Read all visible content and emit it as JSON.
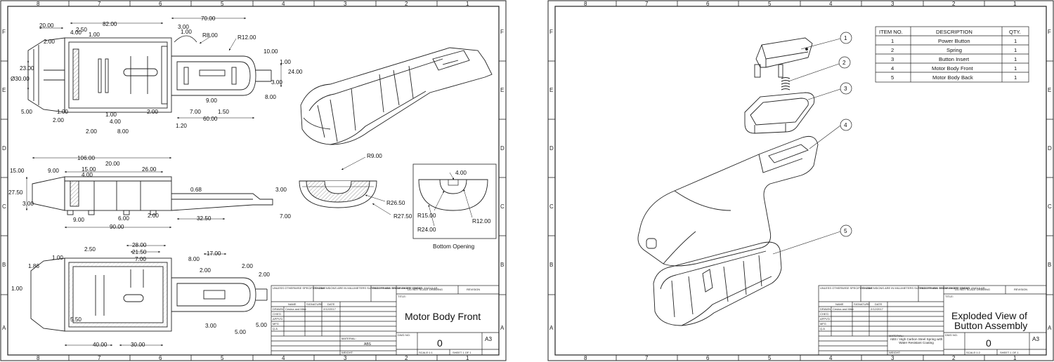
{
  "zones": {
    "columns": [
      "8",
      "7",
      "6",
      "5",
      "4",
      "3",
      "2",
      "1"
    ],
    "rows": [
      "F",
      "E",
      "D",
      "C",
      "B",
      "A"
    ]
  },
  "sheet_front": {
    "dimensions": {
      "d20": "20.00",
      "d82": "82.00",
      "d70": "70.00",
      "d250": "2.50",
      "d100": "1.00",
      "d300": "3.00",
      "d100b": "1.00",
      "d400": "4.00",
      "r8": "R8.00",
      "r12": "R12.00",
      "d200": "2.00",
      "d1000": "10.00",
      "d2300": "23.00",
      "dia30": "Ø30.00",
      "d100c": "1.00",
      "d2400": "24.00",
      "d300b": "3.00",
      "d800": "8.00",
      "d900": "9.00",
      "d500": "5.00",
      "d100d": "1.00",
      "d100e": "1.00",
      "d200b": "2.00",
      "d700": "7.00",
      "d150": "1.50",
      "d200c": "2.00",
      "d400b": "4.00",
      "d6000": "60.00",
      "d200d": "2.00",
      "d800b": "8.00",
      "d120": "1.20",
      "d10600": "106.00",
      "r900": "R9.00",
      "d1500": "15.00",
      "d900b": "9.00",
      "d1500b": "15.00",
      "d2000": "20.00",
      "d2600": "26.00",
      "d400c": "4.00",
      "d2750": "27.50",
      "d300c": "3.00",
      "d068": "0.68",
      "d300d": "3.00",
      "r2650": "R26.50",
      "r2750": "R27.50",
      "d900c": "9.00",
      "d600": "6.00",
      "d200e": "2.00",
      "d3250": "32.50",
      "d9000": "90.00",
      "d700b": "7.00",
      "d400d": "4.00",
      "r1500": "R15.00",
      "r1200": "R12.00",
      "r2400": "R24.00",
      "bottom_opening": "Bottom Opening",
      "d250b": "2.50",
      "d2800": "28.00",
      "d2150": "21.50",
      "d1700": "17.00",
      "d700c": "7.00",
      "d800c": "8.00",
      "d200f": "2.00",
      "d186": "1.86",
      "d100f": "1.00",
      "d100g": "1.00",
      "d200g": "2.00",
      "d200h": "2.00",
      "d550": "5.50",
      "d300e": "3.00",
      "d500b": "5.00",
      "d500c": "5.00",
      "d4000": "40.00",
      "d3000": "30.00"
    },
    "title_block": {
      "unless": "UNLESS OTHERWISE SPECIFIED: DIMENSIONS ARE IN MILLIMETERS SURFACE FINISH: TOLERANCES: LINEAR: ANGULAR:",
      "finish": "FINISH:",
      "deburr": "DEBURR AND BREAK SHARP EDGES",
      "noscale": "DO NOT SCALE DRAWING",
      "revision": "REVISION",
      "name": "NAME",
      "signature": "SIGNATURE",
      "date": "DATE",
      "title_label": "TITLE:",
      "rows": [
        "DRAWN",
        "CHK'D",
        "APPV'D",
        "MFG",
        "Q.A"
      ],
      "drawn_name": "Cesina and Mike",
      "drawn_date": "2/12/2017",
      "material_label": "MATERIAL:",
      "material": "ABS",
      "weight": "WEIGHT:",
      "dwg_label": "DWG NO.",
      "title": "Motor Body Front",
      "dwg_no": "0",
      "size": "A3",
      "scale": "SCALE:1:1",
      "sheet": "SHEET 1 OF 1"
    }
  },
  "sheet_exploded": {
    "balloons": [
      "1",
      "2",
      "3",
      "4",
      "5"
    ],
    "bom": {
      "headers": [
        "ITEM NO.",
        "DESCRIPTION",
        "QTY."
      ],
      "rows": [
        [
          "1",
          "Power Button",
          "1"
        ],
        [
          "2",
          "Spring",
          "1"
        ],
        [
          "3",
          "Button Insert",
          "1"
        ],
        [
          "4",
          "Motor Body Front",
          "1"
        ],
        [
          "5",
          "Motor Body Back",
          "1"
        ]
      ]
    },
    "title_block": {
      "unless": "UNLESS OTHERWISE SPECIFIED: DIMENSIONS ARE IN MILLIMETERS SURFACE FINISH: TOLERANCES: LINEAR: ANGULAR:",
      "finish": "FINISH:",
      "deburr": "DEBURR AND BREAK SHARP EDGES",
      "noscale": "DO NOT SCALE DRAWING",
      "revision": "REVISION",
      "name": "NAME",
      "signature": "SIGNATURE",
      "date": "DATE",
      "title_label": "TITLE:",
      "rows": [
        "DRAWN",
        "CHK'D",
        "APPV'D",
        "MFG",
        "Q.A"
      ],
      "drawn_name": "Cesina and Mike",
      "drawn_date": "2/12/2017",
      "material_label": "MATERIAL:",
      "material": "ABS / High Carbon Steel Spring with Water Resistant Coating",
      "weight": "WEIGHT:",
      "dwg_label": "DWG NO.",
      "title_line1": "Exploded View of",
      "title_line2": "Button Assembly",
      "dwg_no": "0",
      "size": "A3",
      "scale": "SCALE:1:2",
      "sheet": "SHEET 1 OF 1"
    }
  }
}
